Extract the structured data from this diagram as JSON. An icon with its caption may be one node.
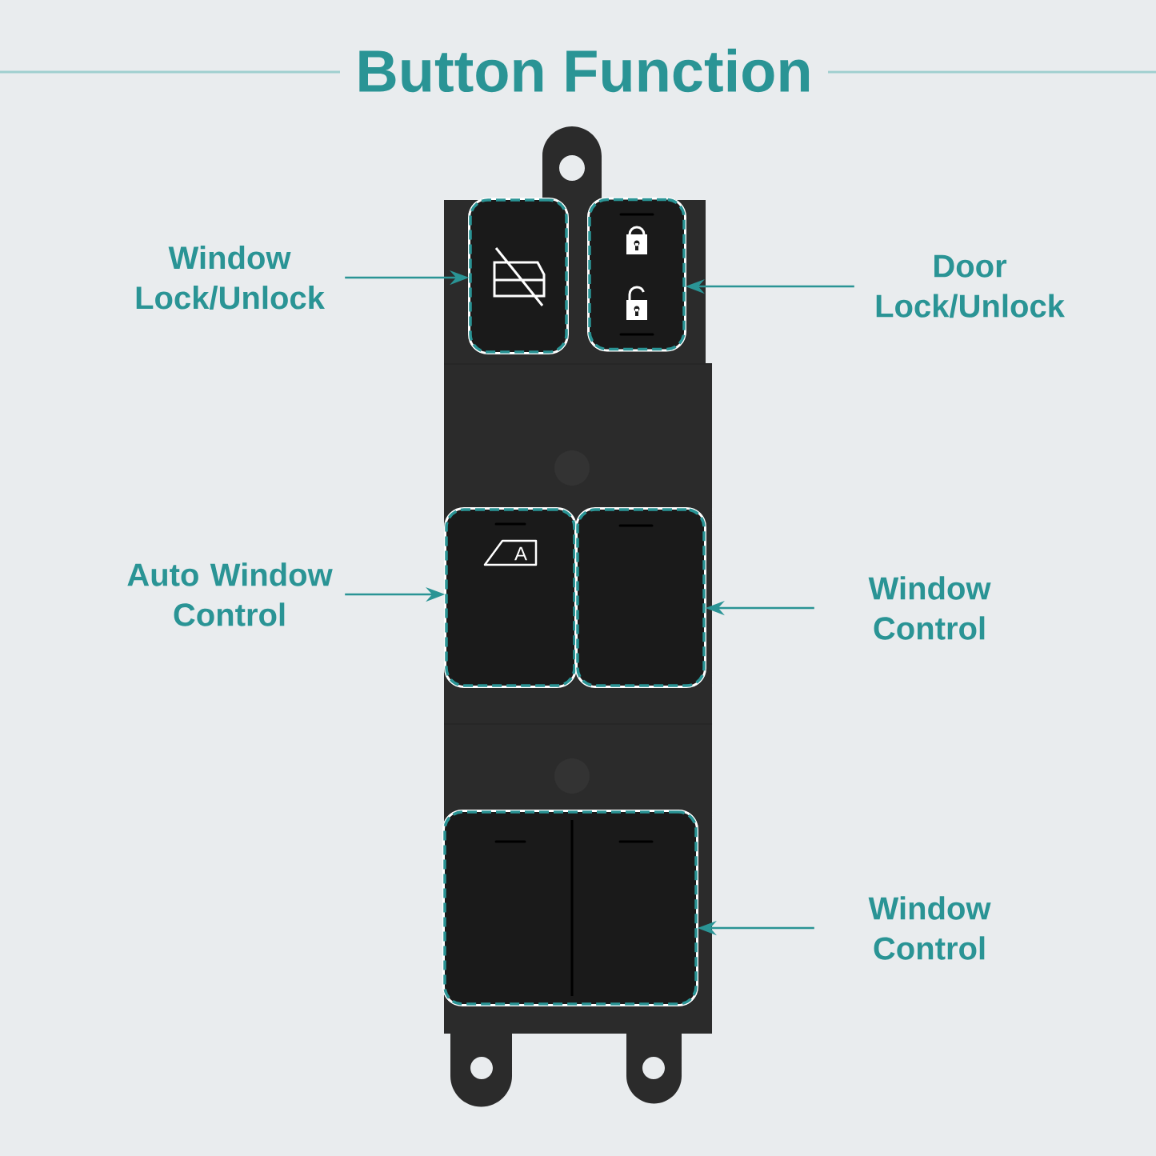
{
  "diagram": {
    "title": "Button Function",
    "nodes": [
      {
        "text": [
          "Window Lock/Unlock"
        ]
      },
      {
        "text": [],
        "shape": "box"
      },
      {
        "text": [],
        "shape": "box"
      },
      {
        "text": [
          "Door Lock/Unlock"
        ]
      },
      {
        "text": [
          "Auto Window Control"
        ]
      },
      {
        "text": [],
        "shape": "box"
      },
      {
        "text": [],
        "shape": "box"
      },
      {
        "text": [
          "Window Control"
        ]
      },
      {
        "text": [],
        "shape": "box"
      },
      {
        "text": [
          "Window Control"
        ]
      }
    ],
    "edges": [
      {
        "from": 0,
        "to": 1,
        "arrow": "to"
      },
      {
        "from": 3,
        "to": 2,
        "arrow": "to"
      },
      {
        "from": 4,
        "to": 5,
        "arrow": "to"
      },
      {
        "from": 7,
        "to": 6,
        "arrow": "to"
      },
      {
        "from": 9,
        "to": 8,
        "arrow": "to"
      }
    ],
    "labels": [
      "A"
    ]
  }
}
